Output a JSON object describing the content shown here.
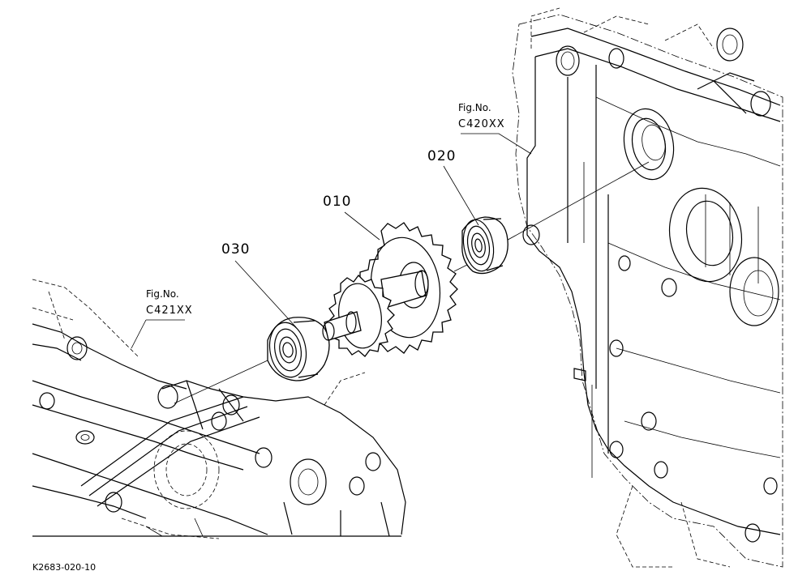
{
  "callouts": [
    {
      "id": "010",
      "label": "010"
    },
    {
      "id": "020",
      "label": "020"
    },
    {
      "id": "030",
      "label": "030"
    }
  ],
  "references": [
    {
      "title": "Fig.No.",
      "code": "C420XX"
    },
    {
      "title": "Fig.No.",
      "code": "C421XX"
    }
  ],
  "drawing_id": "K2683-020-10"
}
